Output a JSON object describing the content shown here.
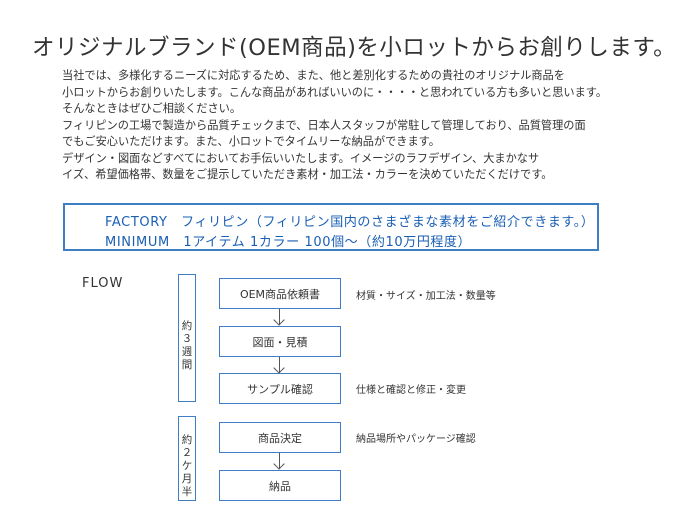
{
  "title": "オリジナルブランド(OEM商品)を小ロットからお創りします。",
  "intro_lines": [
    "当社では、多様化するニーズに対応するため、また、他と差別化するための貴社のオリジナル商品を",
    "小ロットからお創りいたします。こんな商品があればいいのに・・・・と思われている方も多いと思います。",
    "そんなときはぜひご相談ください。",
    "フィリピンの工場で製造から品質チェックまで、日本人スタッフが常駐して管理しており、品質管理の面",
    "でもご安心いただけます。また、小ロットでタイムリーな納品ができます。",
    "デザイン・図面などすべてにおいてお手伝いいたします。イメージのラフデザイン、大まかなサ",
    "イズ、希望価格帯、数量をご提示していただき素材・加工法・カラーを決めていただくだけです。"
  ],
  "info_box": {
    "line1": "FACTORY　フィリピン（フィリピン国内のさまざまな素材をご紹介できます。）",
    "line2": "MINIMUM　1アイテム 1カラー 100個～（約10万円程度）"
  },
  "flow": {
    "heading": "FLOW",
    "period1": "約３週間",
    "period2": "約２ケ月半",
    "steps": [
      "OEM商品依頼書",
      "図面・見積",
      "サンプル確認",
      "商品決定",
      "納品"
    ],
    "notes": {
      "step1": "材質・サイズ・加工法・数量等",
      "step3": "仕様と確認と修正・変更",
      "step4": "納品場所やパッケージ確認"
    }
  }
}
